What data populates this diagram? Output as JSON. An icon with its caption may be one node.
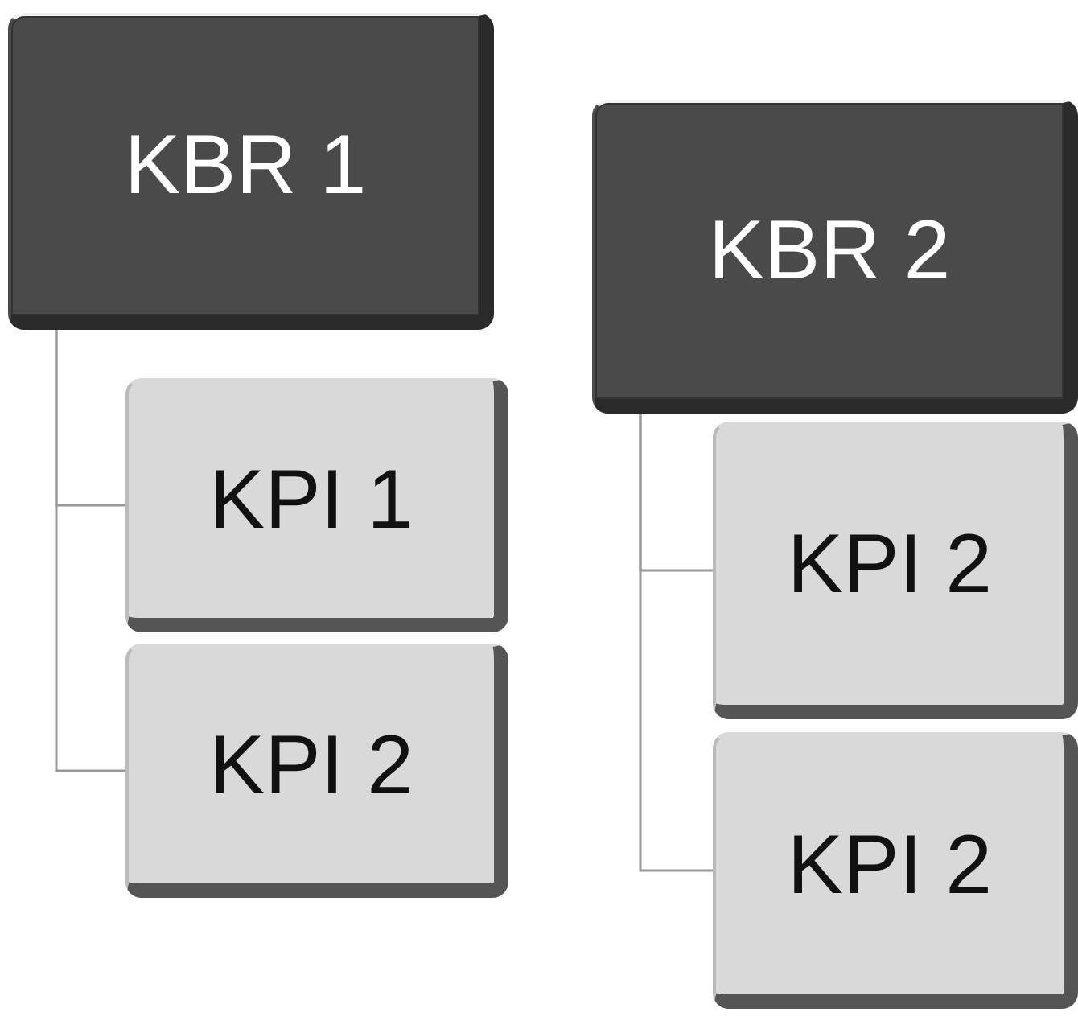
{
  "diagram": {
    "nodes": [
      {
        "text": [
          "KBR 1"
        ]
      },
      {
        "text": [
          "KPI 1"
        ]
      },
      {
        "text": [
          "KPI 2"
        ]
      },
      {
        "text": [
          "KBR 2"
        ]
      },
      {
        "text": [
          "KPI 2"
        ]
      },
      {
        "text": [
          "KPI 2"
        ]
      }
    ],
    "edges": [
      {
        "from": 0,
        "to": 1,
        "arrow": "none"
      },
      {
        "from": 0,
        "to": 2,
        "arrow": "none"
      },
      {
        "from": 3,
        "to": 4,
        "arrow": "none"
      },
      {
        "from": 3,
        "to": 5,
        "arrow": "none"
      }
    ]
  }
}
